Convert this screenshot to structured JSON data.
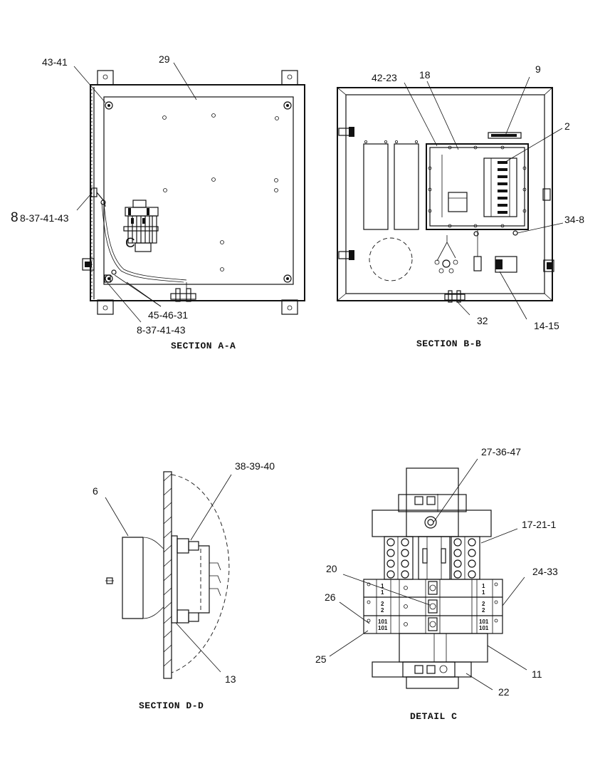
{
  "captions": {
    "section_aa": "SECTION A-A",
    "section_bb": "SECTION B-B",
    "section_dd": "SECTION D-D",
    "detail_c": "DETAIL C"
  },
  "callouts": {
    "aa": {
      "c43_41": "43-41",
      "c29": "29",
      "c8_left": "8",
      "c8_37_41_43_top": "8-37-41-43",
      "c45_46_31": "45-46-31",
      "c8_37_41_43_bottom": "8-37-41-43",
      "detail_marker": "C"
    },
    "bb": {
      "c42_23": "42-23",
      "c18": "18",
      "c9": "9",
      "c2": "2",
      "c34_8": "34-8",
      "c32": "32",
      "c14_15": "14-15"
    },
    "dd": {
      "c6": "6",
      "c38_39_40": "38-39-40",
      "c13": "13"
    },
    "c": {
      "c27_36_47": "27-36-47",
      "c17_21_1": "17-21-1",
      "c20": "20",
      "c24_33": "24-33",
      "c26": "26",
      "c25": "25",
      "c11": "11",
      "c22": "22"
    }
  },
  "terminal_marks": {
    "left": [
      "1",
      "1",
      "2",
      "2",
      "101",
      "101"
    ],
    "right": [
      "1",
      "1",
      "2",
      "2",
      "101",
      "101"
    ]
  }
}
